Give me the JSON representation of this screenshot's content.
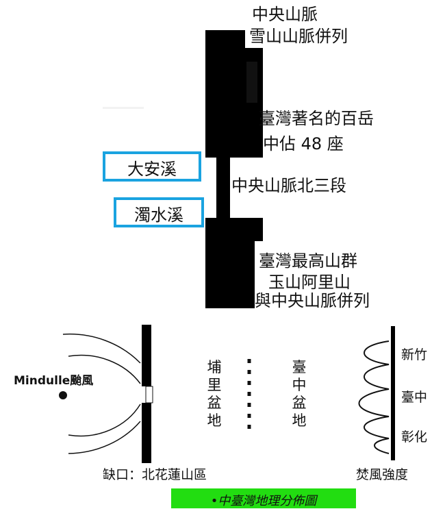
{
  "upper_map": {
    "top_labels": [
      "中央山脈",
      "雪山山脈併列"
    ],
    "mid_labels": [
      "臺灣著名的百岳",
      "中佔 48 座"
    ],
    "center_label": "中央山脈北三段",
    "bottom_labels": [
      "臺灣最高山群",
      "玉山阿里山",
      "與中央山脈併列"
    ],
    "rivers": [
      "大安溪",
      "濁水溪"
    ],
    "colors": {
      "ridge": "#000000",
      "river_border": "#1aa3e0"
    }
  },
  "lower_map": {
    "typhoon_label": "Mindulle颱風",
    "gap_label": "缺口：北花蓮山區",
    "basin_left": "埔里盆地",
    "basin_right": "臺中盆地",
    "wave_labels": [
      "新竹",
      "臺中",
      "彰化"
    ],
    "wave_title": "焚風強度",
    "caption": "•中臺灣地理分佈圖",
    "colors": {
      "caption_bg": "#22dd11"
    }
  }
}
